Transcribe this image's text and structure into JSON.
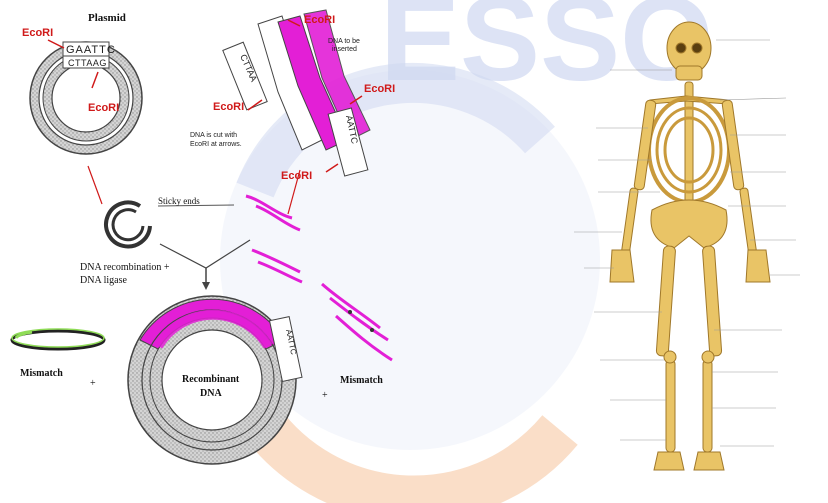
{
  "watermark": {
    "text": "ESSO",
    "colors": {
      "blue": "#c9d3ef",
      "orange": "#f7c59b"
    }
  },
  "diagram": {
    "plasmid_title": "Plasmid",
    "ecori": "EcoRI",
    "plasmid_seq_outer": "GAATTC",
    "plasmid_seq_inner": "CTTAAG",
    "insert_seq_top": "CTTAA",
    "insert_seq_end": "AATTC",
    "insert_label_line1": "DNA to be",
    "insert_label_line2": "inserted",
    "cut_note_line1": "DNA is cut with",
    "cut_note_line2": "EcoRI at arrows.",
    "sticky_ends": "Sticky ends",
    "recombination_line1": "DNA recombination +",
    "recombination_line2": "DNA ligase",
    "mismatch": "Mismatch",
    "plus": "+",
    "recombinant_line1": "Recombinant",
    "recombinant_line2": "DNA",
    "colors": {
      "magenta": "#e31fd6",
      "gray": "#bdbdbd",
      "red": "#d01a1a",
      "green": "#8fdc57"
    }
  },
  "skeleton": {
    "bone_color": "#e9c466",
    "label_color": "#555555"
  }
}
